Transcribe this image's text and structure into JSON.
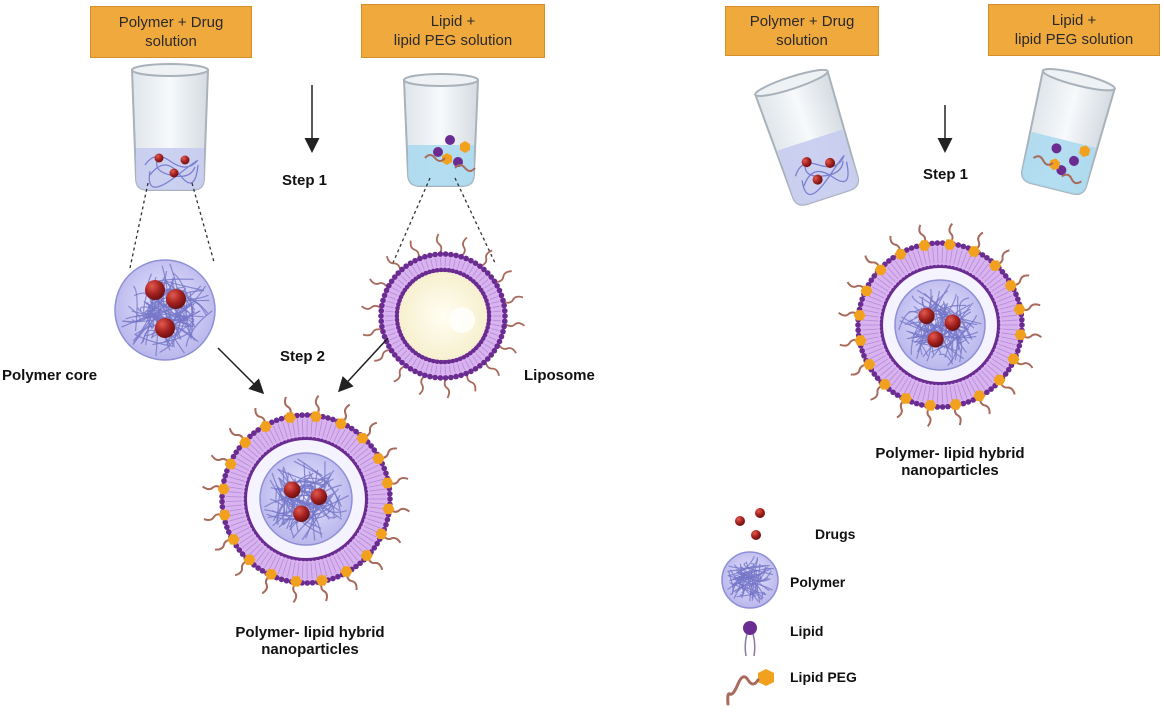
{
  "left_panel": {
    "box_polymer": "Polymer + Drug\nsolution",
    "box_lipid": "Lipid +\nlipid PEG solution",
    "step1": "Step 1",
    "step2": "Step 2",
    "polymer_core": "Polymer core",
    "liposome": "Liposome",
    "result": "Polymer- lipid hybrid\nnanoparticles"
  },
  "right_panel": {
    "box_polymer": "Polymer + Drug\nsolution",
    "box_lipid": "Lipid +\nlipid PEG solution",
    "step1": "Step 1",
    "result": "Polymer- lipid hybrid\nnanoparticles"
  },
  "legend": [
    {
      "label": "Drugs",
      "icon": "drugs-icon"
    },
    {
      "label": "Polymer",
      "icon": "polymer-icon"
    },
    {
      "label": "Lipid",
      "icon": "lipid-icon"
    },
    {
      "label": "Lipid PEG",
      "icon": "lipid-peg-icon"
    }
  ],
  "colors": {
    "box": "#f0a93c",
    "drug": "#a3201f",
    "polymer": "#8f8fd6",
    "lipid": "#6b2c91",
    "peg": "#f2a11e",
    "peg_tail": "#a86a5c",
    "membrane": "#d9b3f0"
  }
}
